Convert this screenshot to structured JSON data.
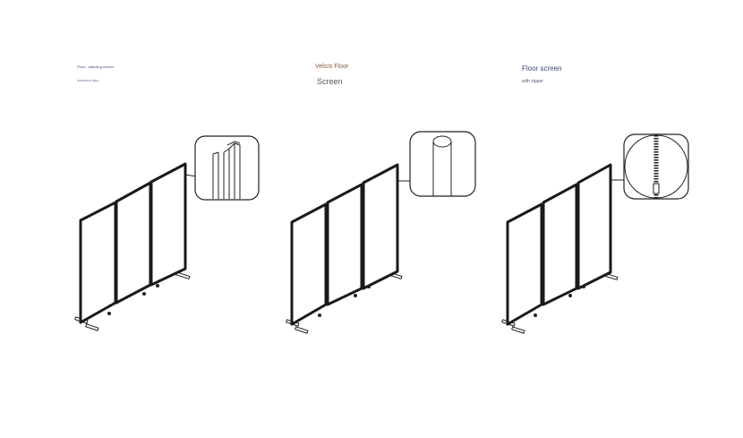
{
  "products": [
    {
      "title": "Floor - standing screen",
      "subtitle": "aluminium alloy"
    },
    {
      "title": "Velcro Floor",
      "subtitle": "Screen"
    },
    {
      "title": "Floor screen",
      "subtitle": "with zipper"
    }
  ],
  "icons": [
    "aluminium-profile-detail-icon",
    "velcro-pole-detail-icon",
    "zipper-detail-icon"
  ],
  "colors": {
    "stroke": "#1a1a1a",
    "title_blue": "#3a4a78",
    "title_brown": "#8a5a3a"
  }
}
